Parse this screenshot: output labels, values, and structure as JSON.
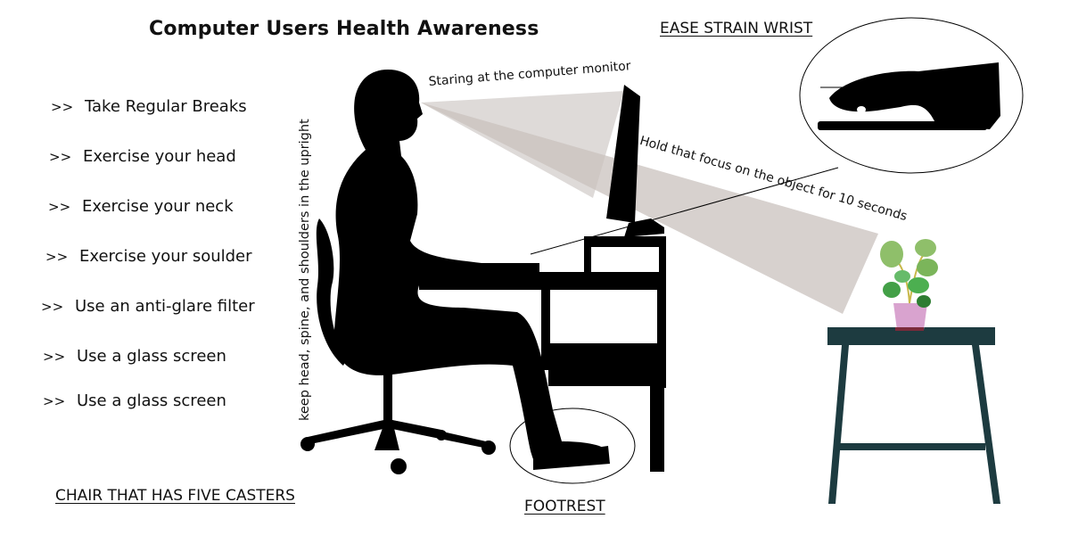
{
  "title": "Computer Users Health Awareness",
  "tips": [
    {
      "marker": ">>",
      "label": "Take Regular Breaks"
    },
    {
      "marker": ">>",
      "label": "Exercise your head"
    },
    {
      "marker": ">>",
      "label": "Exercise your neck"
    },
    {
      "marker": ">>",
      "label": "Exercise your soulder"
    },
    {
      "marker": ">>",
      "label": "Use an anti-glare filter"
    },
    {
      "marker": ">>",
      "label": "Use a glass screen"
    },
    {
      "marker": ">>",
      "label": "Use a glass screen"
    }
  ],
  "labels": {
    "wrist": "EASE STRAIN WRIST",
    "chair": "CHAIR THAT HAS FIVE CASTERS",
    "footrest": "FOOTREST",
    "posture": "keep head, spine, and shoulders in the upright",
    "monitor": "Staring at the computer monitor",
    "focus": "Hold that focus on the object for 10 seconds"
  },
  "colors": {
    "silhouette": "#000000",
    "sightline": "#d9d4d2",
    "table": "#1d3b40",
    "pot": "#d9a3cf",
    "leaf": "#4caf50"
  }
}
